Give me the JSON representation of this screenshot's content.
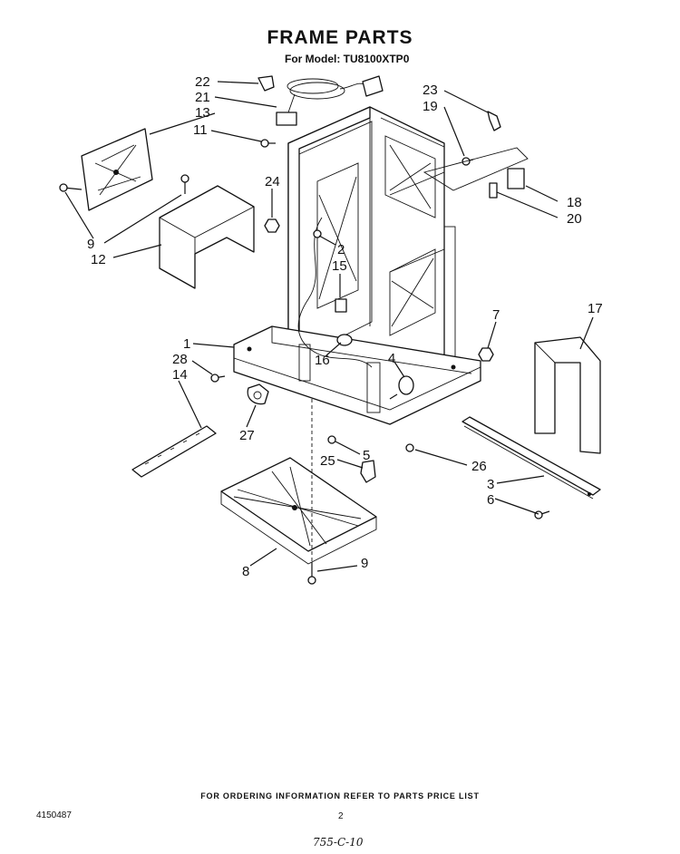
{
  "header": {
    "title": "FRAME PARTS",
    "model_line": "For Model: TU8100XTP0"
  },
  "callouts": {
    "c22": "22",
    "c21": "21",
    "c13": "13",
    "c11": "11",
    "c23": "23",
    "c19": "19",
    "c24": "24",
    "c9a": "9",
    "c12": "12",
    "c2": "2",
    "c15": "15",
    "c18": "18",
    "c20": "20",
    "c17": "17",
    "c7": "7",
    "c1": "1",
    "c28": "28",
    "c14": "14",
    "c16": "16",
    "c4": "4",
    "c27": "27",
    "c5": "5",
    "c26": "26",
    "c25": "25",
    "c3": "3",
    "c6": "6",
    "c8": "8",
    "c9b": "9"
  },
  "footer": {
    "ordering_note": "FOR ORDERING INFORMATION REFER TO PARTS PRICE LIST",
    "doc_number": "4150487",
    "page_number": "2",
    "handwritten": "755-C-10"
  }
}
